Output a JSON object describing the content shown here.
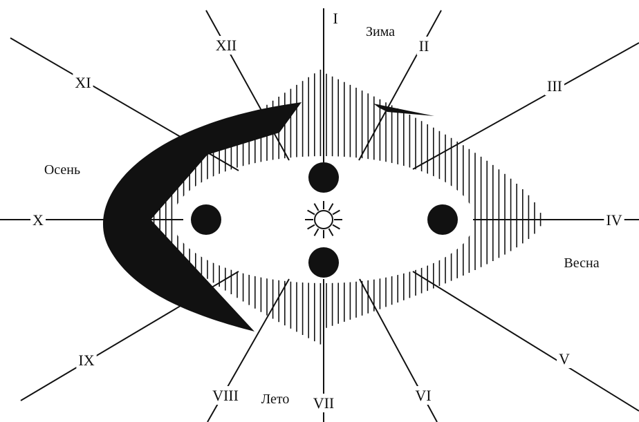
{
  "months": {
    "I": "I",
    "II": "II",
    "III": "III",
    "IV": "IV",
    "V": "V",
    "VI": "VI",
    "VII": "VII",
    "VIII": "VIII",
    "IX": "IX",
    "X": "X",
    "XI": "XI",
    "XII": "XII"
  },
  "seasons": {
    "winter": "Зима",
    "spring": "Весна",
    "summer": "Лето",
    "autumn": "Осень"
  },
  "colors": {
    "ink": "#111111",
    "paper": "#ffffff"
  }
}
